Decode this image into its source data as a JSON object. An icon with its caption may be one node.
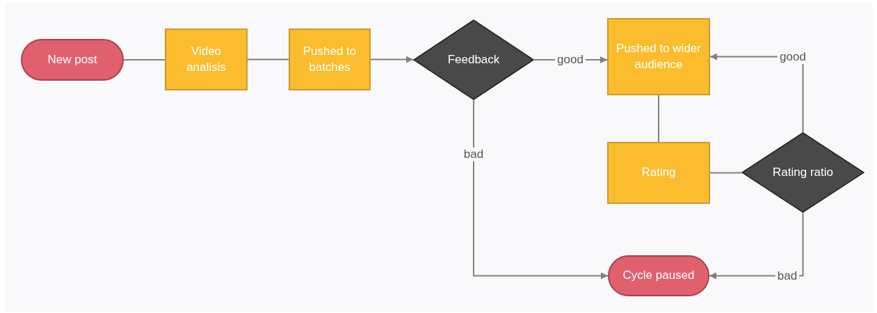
{
  "diagram": {
    "nodes": [
      {
        "text": [
          "New post"
        ]
      },
      {
        "text": [
          "Video analisis"
        ]
      },
      {
        "text": [
          "Pushed to batches"
        ]
      },
      {
        "text": [
          "Feedback"
        ]
      },
      {
        "text": [
          "Pushed to wider audience"
        ]
      },
      {
        "text": [
          "Rating"
        ]
      },
      {
        "text": [
          "Rating ratio"
        ]
      },
      {
        "text": [
          "Cycle paused"
        ]
      }
    ],
    "edges": [
      {
        "from": 0,
        "to": 1,
        "arrow": "none"
      },
      {
        "from": 1,
        "to": 2,
        "arrow": "none"
      },
      {
        "from": 2,
        "to": 3,
        "arrow": "to"
      },
      {
        "from": 3,
        "to": 4,
        "arrow": "to",
        "label": "good"
      },
      {
        "from": 3,
        "to": 7,
        "arrow": "to",
        "label": "bad"
      },
      {
        "from": 4,
        "to": 5,
        "arrow": "none"
      },
      {
        "from": 5,
        "to": 6,
        "arrow": "none"
      },
      {
        "from": 6,
        "to": 4,
        "arrow": "to",
        "label": "good"
      },
      {
        "from": 6,
        "to": 7,
        "arrow": "to",
        "label": "bad"
      }
    ]
  }
}
